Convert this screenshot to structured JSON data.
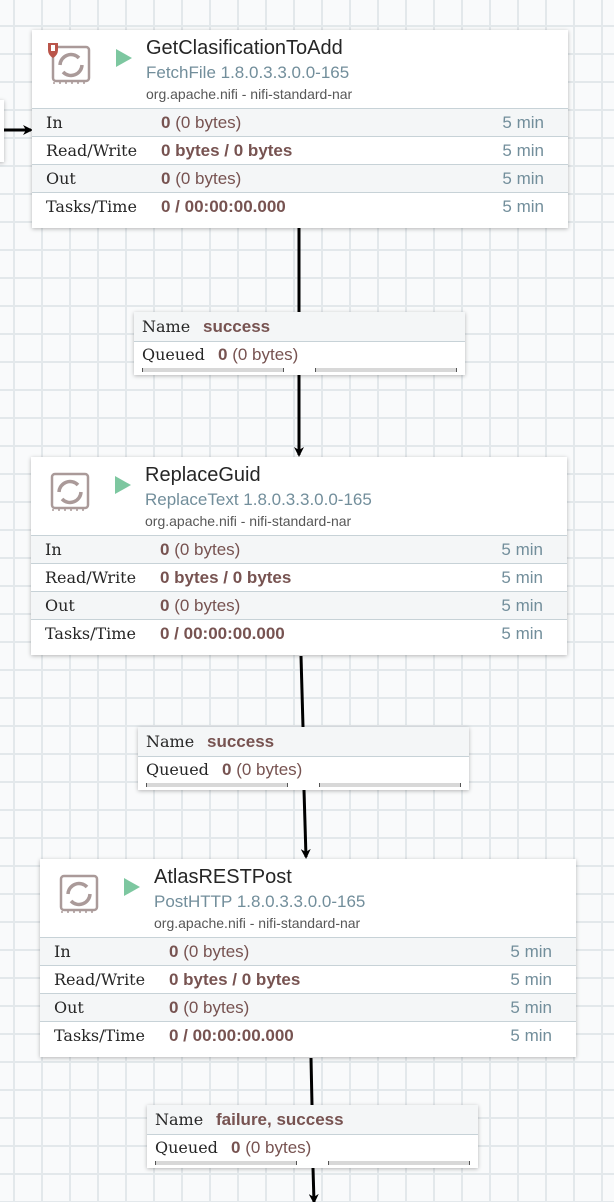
{
  "canvas": {
    "grid_color": "#e3e8eb",
    "background_color": "#f9fafb"
  },
  "processors": [
    {
      "name": "GetClasificationToAdd",
      "type": "FetchFile 1.8.0.3.3.0.0-165",
      "bundle": "org.apache.nifi - nifi-standard-nar",
      "restricted": true,
      "state": "stopped",
      "stats": {
        "in_label": "In",
        "in_count": "0",
        "in_size": "(0 bytes)",
        "in_window": "5 min",
        "rw_label": "Read/Write",
        "rw_value": "0 bytes / 0 bytes",
        "rw_window": "5 min",
        "out_label": "Out",
        "out_count": "0",
        "out_size": "(0 bytes)",
        "out_window": "5 min",
        "tasks_label": "Tasks/Time",
        "tasks_value": "0 / 00:00:00.000",
        "tasks_window": "5 min"
      }
    },
    {
      "name": "ReplaceGuid",
      "type": "ReplaceText 1.8.0.3.3.0.0-165",
      "bundle": "org.apache.nifi - nifi-standard-nar",
      "restricted": false,
      "state": "stopped",
      "stats": {
        "in_label": "In",
        "in_count": "0",
        "in_size": "(0 bytes)",
        "in_window": "5 min",
        "rw_label": "Read/Write",
        "rw_value": "0 bytes / 0 bytes",
        "rw_window": "5 min",
        "out_label": "Out",
        "out_count": "0",
        "out_size": "(0 bytes)",
        "out_window": "5 min",
        "tasks_label": "Tasks/Time",
        "tasks_value": "0 / 00:00:00.000",
        "tasks_window": "5 min"
      }
    },
    {
      "name": "AtlasRESTPost",
      "type": "PostHTTP 1.8.0.3.3.0.0-165",
      "bundle": "org.apache.nifi - nifi-standard-nar",
      "restricted": false,
      "state": "stopped",
      "stats": {
        "in_label": "In",
        "in_count": "0",
        "in_size": "(0 bytes)",
        "in_window": "5 min",
        "rw_label": "Read/Write",
        "rw_value": "0 bytes / 0 bytes",
        "rw_window": "5 min",
        "out_label": "Out",
        "out_count": "0",
        "out_size": "(0 bytes)",
        "out_window": "5 min",
        "tasks_label": "Tasks/Time",
        "tasks_value": "0 / 00:00:00.000",
        "tasks_window": "5 min"
      }
    }
  ],
  "connections": [
    {
      "name_label": "Name",
      "name": "success",
      "queued_label": "Queued",
      "queued_count": "0",
      "queued_size": "(0 bytes)"
    },
    {
      "name_label": "Name",
      "name": "success",
      "queued_label": "Queued",
      "queued_count": "0",
      "queued_size": "(0 bytes)"
    },
    {
      "name_label": "Name",
      "name": "failure, success",
      "queued_label": "Queued",
      "queued_count": "0",
      "queued_size": "(0 bytes)"
    }
  ],
  "colors": {
    "run_green": "#7dc7a0",
    "value_brown": "#775351",
    "type_blue_gray": "#728e9b",
    "restricted_red": "#ba554a",
    "icon_taupe": "#aa9a99"
  }
}
